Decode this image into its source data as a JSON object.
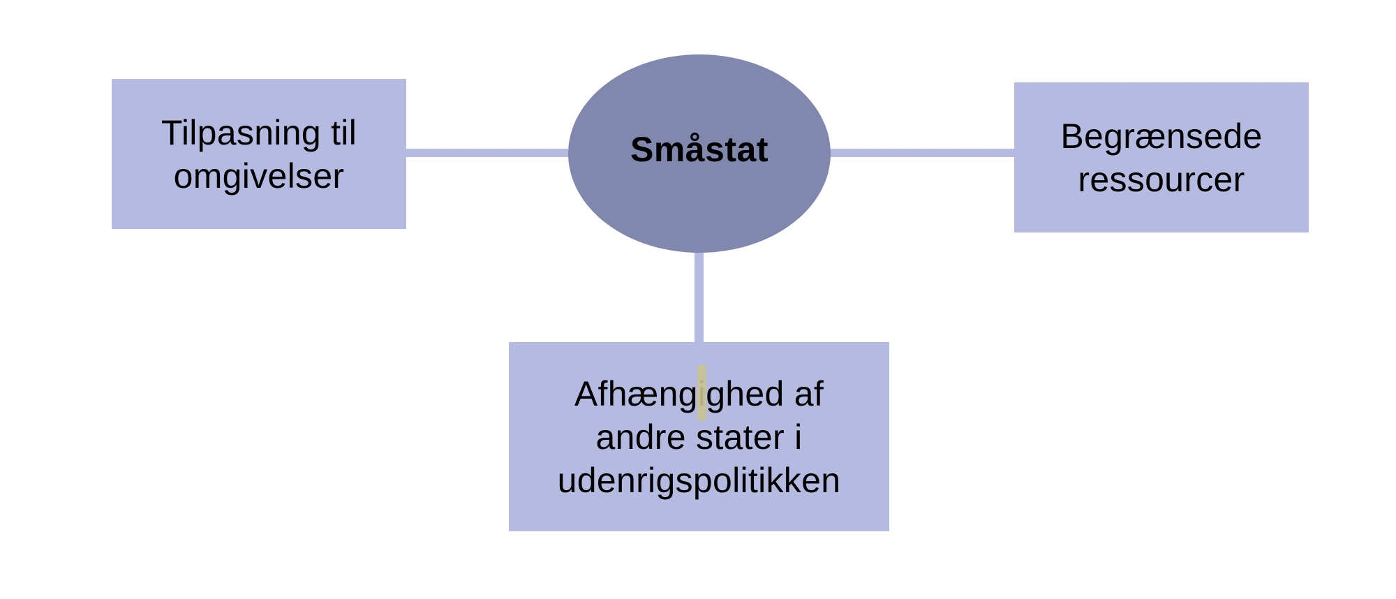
{
  "diagram": {
    "type": "mind-map",
    "center": {
      "label": "Småstat",
      "shape": "ellipse",
      "fill": "#8088ae"
    },
    "nodes": [
      {
        "id": "left",
        "label": "Tilpasning til\nomgivelser",
        "position": "left",
        "fill": "#b5bbe0"
      },
      {
        "id": "right",
        "label": "Begrænsede\nressourcer",
        "position": "right",
        "fill": "#b5bbe0"
      },
      {
        "id": "bottom",
        "label": "Afhængighed af\nandre stater i\nudenrigspolitikken",
        "position": "bottom",
        "fill": "#b5bbe0"
      }
    ],
    "edges": [
      {
        "from": "center",
        "to": "left"
      },
      {
        "from": "center",
        "to": "right"
      },
      {
        "from": "center",
        "to": "bottom"
      }
    ],
    "connector_color": "#b5bbe0",
    "text_highlight": {
      "node": "bottom",
      "color": "#c8c392"
    }
  }
}
